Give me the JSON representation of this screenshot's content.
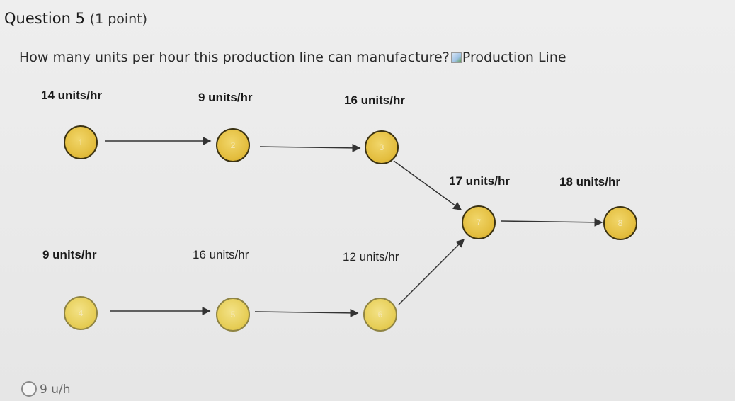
{
  "question": {
    "title": "Question 5",
    "points": "(1 point)",
    "prompt": "How many units per hour this production line can manufacture?",
    "image_alt": "Production Line"
  },
  "diagram": {
    "nodes": [
      {
        "id": "1",
        "rate": "14 units/hr"
      },
      {
        "id": "2",
        "rate": "9 units/hr"
      },
      {
        "id": "3",
        "rate": "16 units/hr"
      },
      {
        "id": "4",
        "rate": "9 units/hr"
      },
      {
        "id": "5",
        "rate": "16 units/hr"
      },
      {
        "id": "6",
        "rate": "12 units/hr"
      },
      {
        "id": "7",
        "rate": "17 units/hr"
      },
      {
        "id": "8",
        "rate": "18 units/hr"
      }
    ],
    "edges": [
      [
        "1",
        "2"
      ],
      [
        "2",
        "3"
      ],
      [
        "3",
        "7"
      ],
      [
        "4",
        "5"
      ],
      [
        "5",
        "6"
      ],
      [
        "6",
        "7"
      ],
      [
        "7",
        "8"
      ]
    ]
  },
  "answers": [
    {
      "label": "9 u/h"
    }
  ],
  "colors": {
    "node_fill": "#e3bd3d",
    "node_border": "#3b3212",
    "background": "#e9e9e9"
  }
}
